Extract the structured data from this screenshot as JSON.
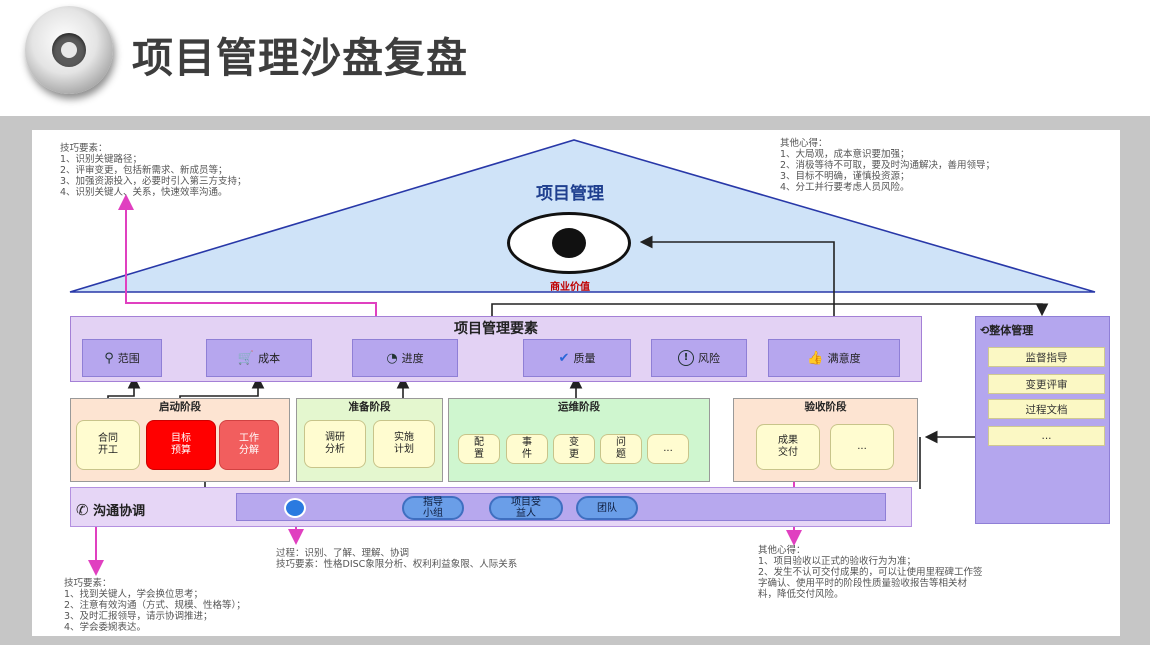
{
  "header": {
    "title": "项目管理沙盘复盘"
  },
  "roof": {
    "title": "项目管理",
    "value_label": "商业价值"
  },
  "notes": {
    "top_left": {
      "title": "技巧要素：",
      "lines": [
        "1、识别关键路径；",
        "2、评审变更，包括新需求、新成员等；",
        "3、加强资源投入，必要时引入第三方支持；",
        "4、识别关键人、关系，快速效率沟通。"
      ]
    },
    "top_right": {
      "title": "其他心得：",
      "lines": [
        "1、大局观，成本意识要加强；",
        "2、消极等待不可取，要及时沟通解决，善用领导；",
        "3、目标不明确，谨慎投资源；",
        "4、分工并行要考虑人员风险。"
      ]
    },
    "bottom_left": {
      "title": "技巧要素：",
      "lines": [
        "1、找到关键人，学会换位思考；",
        "2、注意有效沟通（方式、规模、性格等）；",
        "3、及时汇报领导，请示协调推进；",
        "4、学会委婉表达。"
      ]
    },
    "bottom_middle": {
      "lines": [
        "过程：识别、了解、理解、协调",
        "技巧要素：性格DISC象限分析、权利利益象限、人际关系"
      ]
    },
    "bottom_right": {
      "title": "其他心得：",
      "lines": [
        "1、项目验收以正式的验收行为为准；",
        "2、发生不认可交付成果的，可以让使用里程碑工作签",
        "字确认、使用平时的阶段性质量验收报告等相关材",
        "料，降低交付风险。"
      ]
    }
  },
  "elements": {
    "title": "项目管理要素",
    "items": [
      {
        "label": "范围",
        "icon": "magnifier-icon",
        "glyph": "⚲"
      },
      {
        "label": "成本",
        "icon": "cart-icon",
        "glyph": "🛒"
      },
      {
        "label": "进度",
        "icon": "clock-icon",
        "glyph": "◔"
      },
      {
        "label": "质量",
        "icon": "check-icon",
        "glyph": "✔"
      },
      {
        "label": "风险",
        "icon": "alert-icon",
        "glyph": "!"
      },
      {
        "label": "满意度",
        "icon": "thumbs-up-icon",
        "glyph": "👍"
      }
    ]
  },
  "phases": {
    "start": {
      "title": "启动阶段",
      "items": [
        "合同\n开工",
        "目标\n预算",
        "工作\n分解"
      ]
    },
    "prep": {
      "title": "准备阶段",
      "items": [
        "调研\n分析",
        "实施\n计划"
      ]
    },
    "ops": {
      "title": "运维阶段",
      "items": [
        "配\n置",
        "事\n件",
        "变\n更",
        "问\n题",
        "..."
      ]
    },
    "accept": {
      "title": "验收阶段",
      "items": [
        "成果\n交付",
        "..."
      ]
    }
  },
  "comm": {
    "label": "沟通协调",
    "items": [
      "指导\n小组",
      "项目受\n益人",
      "团队"
    ]
  },
  "mgmt": {
    "title": "整体管理",
    "items": [
      "监督指导",
      "变更评审",
      "过程文档",
      "..."
    ]
  },
  "colors": {
    "accent_arrow": "#e040c0",
    "roof_fill": "#cfe3f8",
    "roof_stroke": "#2838a8",
    "panel_border": "#a480d6"
  }
}
